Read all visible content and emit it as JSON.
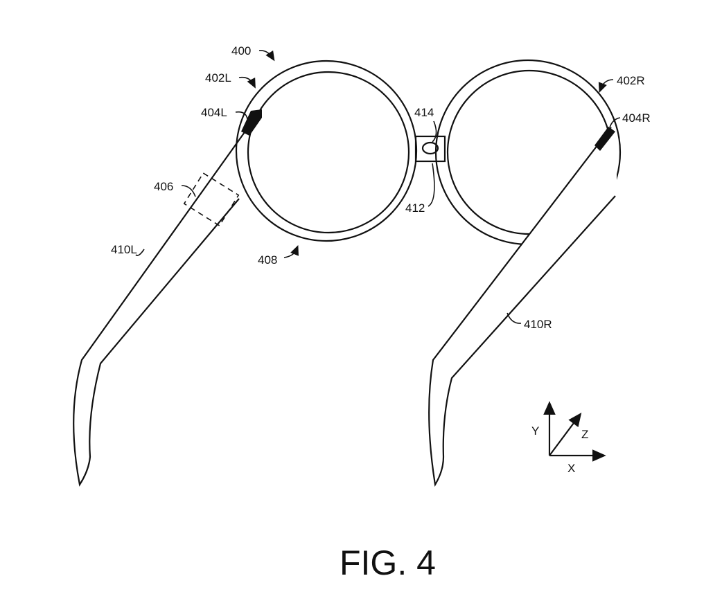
{
  "figure": {
    "caption": "FIG. 4",
    "labels": {
      "device": "400",
      "left_frame": "402L",
      "right_frame": "402R",
      "left_sensor": "404L",
      "right_sensor": "404R",
      "component": "406",
      "lens_frame": "408",
      "left_temple": "410L",
      "right_temple": "410R",
      "bridge": "412",
      "bridge_sensor": "414"
    },
    "axes": {
      "x": "X",
      "y": "Y",
      "z": "Z"
    }
  }
}
